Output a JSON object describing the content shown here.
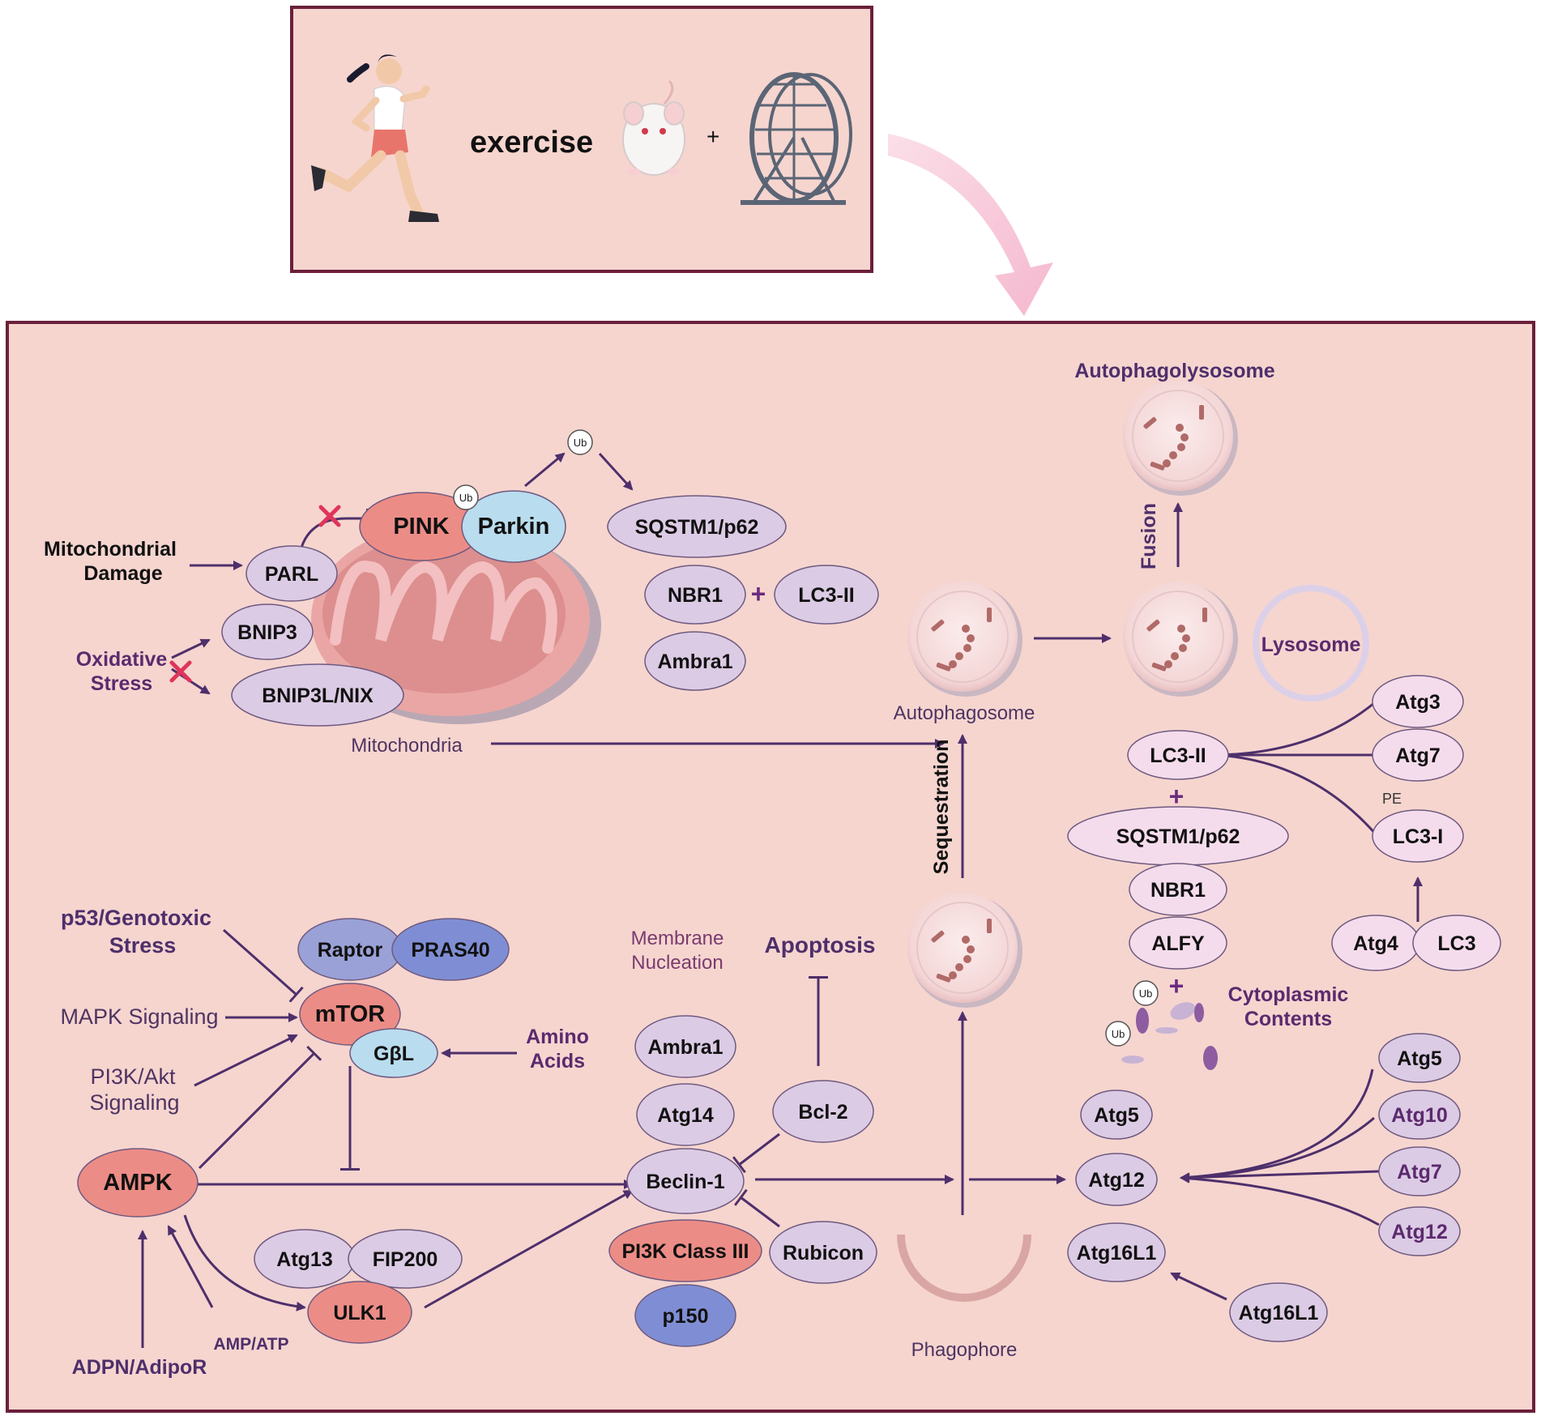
{
  "exercise_panel": {
    "label": "exercise",
    "plus": "+"
  },
  "nodes": {
    "pink": "PINK",
    "parkin": "Parkin",
    "ub": "Ub",
    "parl": "PARL",
    "bnip3": "BNIP3",
    "bnip3l": "BNIP3L/NIX",
    "sqstm_top": "SQSTM1/p62",
    "nbr1_top": "NBR1",
    "lc3ii_top": "LC3-II",
    "ambra1_top": "Ambra1",
    "raptor": "Raptor",
    "pras40": "PRAS40",
    "mtor": "mTOR",
    "gbl": "GβL",
    "ampk": "AMPK",
    "atg13": "Atg13",
    "fip200": "FIP200",
    "ulk1": "ULK1",
    "ambra1_mid": "Ambra1",
    "atg14": "Atg14",
    "beclin1": "Beclin-1",
    "pi3k": "PI3K Class III",
    "p150": "p150",
    "bcl2": "Bcl-2",
    "rubicon": "Rubicon",
    "lc3ii_right": "LC3-II",
    "sqstm_right": "SQSTM1/p62",
    "nbr1_right": "NBR1",
    "alfy": "ALFY",
    "atg3": "Atg3",
    "atg7_top": "Atg7",
    "lc3i": "LC3-I",
    "atg4": "Atg4",
    "lc3": "LC3",
    "atg5_mid": "Atg5",
    "atg12_mid": "Atg12",
    "atg16l1_mid": "Atg16L1",
    "atg16l1_bottom": "Atg16L1",
    "atg5_right": "Atg5",
    "atg10_right": "Atg10",
    "atg7_right": "Atg7",
    "atg12_right": "Atg12"
  },
  "labels": {
    "mito_damage_1": "Mitochondrial",
    "mito_damage_2": "Damage",
    "ox_stress_1": "Oxidative",
    "ox_stress_2": "Stress",
    "mitochondria": "Mitochondria",
    "autophagolysosome": "Autophagolysosome",
    "fusion": "Fusion",
    "lysosome": "Lysosome",
    "autophagosome": "Autophagosome",
    "sequestration": "Sequestration",
    "pe": "PE",
    "cytoplasmic_1": "Cytoplasmic",
    "cytoplasmic_2": "Contents",
    "p53_1": "p53/Genotoxic",
    "p53_2": "Stress",
    "mapk": "MAPK Signaling",
    "pi3k_akt_1": "PI3K/Akt",
    "pi3k_akt_2": "Signaling",
    "amino_1": "Amino",
    "amino_2": "Acids",
    "membrane_1": "Membrane",
    "membrane_2": "Nucleation",
    "apoptosis": "Apoptosis",
    "phagophore": "Phagophore",
    "ampatp": "AMP/ATP",
    "adpn": "ADPN/AdipoR",
    "plus": "+"
  },
  "colors": {
    "panel_bg": "#f6d5cf",
    "panel_border": "#6b1f3b",
    "lavender": "#dccbe4",
    "salmon": "#ec8c86",
    "light_blue": "#b9dcee",
    "slate_blue": "#9aa1d6",
    "royal_blue": "#7f8ed4",
    "pink_light": "#f5dcec",
    "arrow": "#4e2f6b",
    "purple_text": "#5b2a6e",
    "red_x": "#e0345a"
  }
}
